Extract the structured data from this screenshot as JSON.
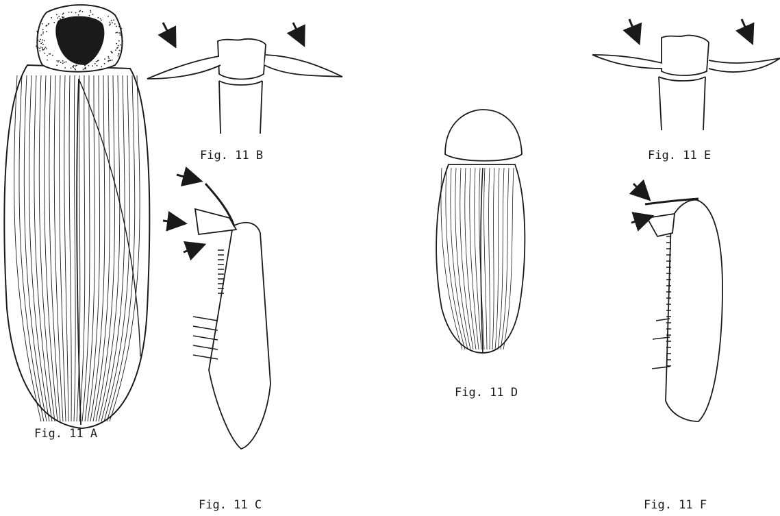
{
  "figures": {
    "a": {
      "caption": "Fig. 11 A",
      "subject": "cockroach dorsal view with dark pronotal patch"
    },
    "b": {
      "caption": "Fig. 11 B",
      "subject": "antennal base with spines"
    },
    "c": {
      "caption": "Fig. 11 C",
      "subject": "leg segment with spines"
    },
    "d": {
      "caption": "Fig. 11 D",
      "subject": "cockroach dorsal view, plain pronotum"
    },
    "e": {
      "caption": "Fig. 11 E",
      "subject": "antennal base with spines"
    },
    "f": {
      "caption": "Fig. 11 F",
      "subject": "leg segment with spines"
    }
  },
  "style": {
    "ink": "#1a1a1a",
    "background": "#ffffff"
  }
}
